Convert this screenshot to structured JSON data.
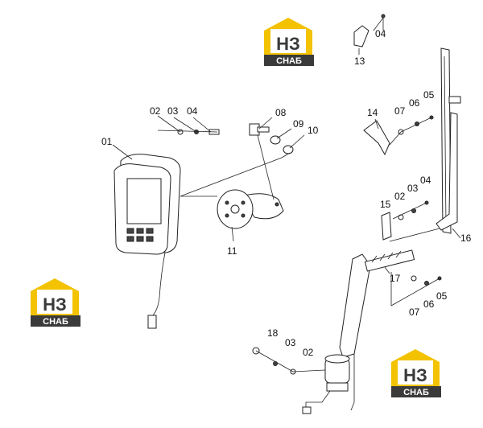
{
  "logo": {
    "text_top": "НЗ",
    "text_bottom": "СНАБ",
    "colors": {
      "yellow": "#f3c200",
      "dark": "#3a3a3a"
    }
  },
  "labels": {
    "l01": "01",
    "l02a": "02",
    "l03a": "03",
    "l04a": "04",
    "l08": "08",
    "l09": "09",
    "l10": "10",
    "l11": "11",
    "l04b": "04",
    "l13": "13",
    "l14": "14",
    "l07a": "07",
    "l06a": "06",
    "l05a": "05",
    "l15": "15",
    "l02b": "02",
    "l03b": "03",
    "l04c": "04",
    "l16": "16",
    "l17": "17",
    "l07b": "07",
    "l06b": "06",
    "l05b": "05",
    "l18": "18",
    "l03c": "03",
    "l02c": "02"
  }
}
